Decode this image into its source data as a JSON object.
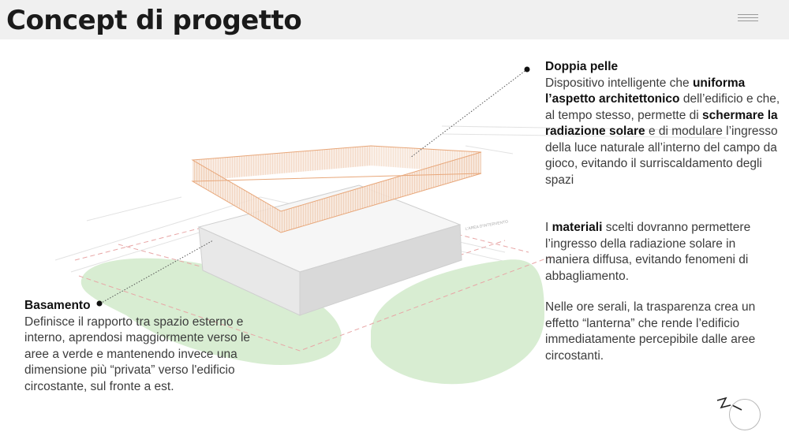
{
  "header": {
    "title": "Concept di progetto",
    "menu_icon": "hamburger-icon"
  },
  "diagram": {
    "colors": {
      "green": "#d8edd2",
      "frame": "#e8a77a",
      "box": "#ebebeb",
      "red_dash": "#e8a6a6"
    },
    "plan_label": "L'AREA D'INTERVENTO"
  },
  "doppia_pelle": {
    "heading": "Doppia pelle",
    "p1_a": "Dispositivo intelligente che ",
    "p1_b": "uniforma l’aspetto architettonico",
    "p1_c": " dell’edificio e che, al tempo stesso, permette di ",
    "p1_d": "schermare la radiazione solare",
    "p1_e": " e di modulare l’ingresso della luce naturale all’interno del campo da gioco, evitando il surriscaldamento degli spazi",
    "p2_a": "I ",
    "p2_b": "materiali",
    "p2_c": " scelti dovranno permettere l’ingresso della radiazione solare in maniera diffusa, evitando fenomeni di abbagliamento.",
    "p3": "Nelle ore serali, la trasparenza crea un effetto “lanterna” che rende l’edificio immediatamente percepibile dalle aree circostanti."
  },
  "basamento": {
    "heading": "Basamento",
    "text": "Definisce il rapporto tra spazio esterno e interno, aprendosi maggiormente verso le aree a verde e mantenendo invece una dimensione più “privata” verso l'edificio circostante, sul fronte a est."
  },
  "compass": {
    "icon": "north-arrow-icon"
  }
}
